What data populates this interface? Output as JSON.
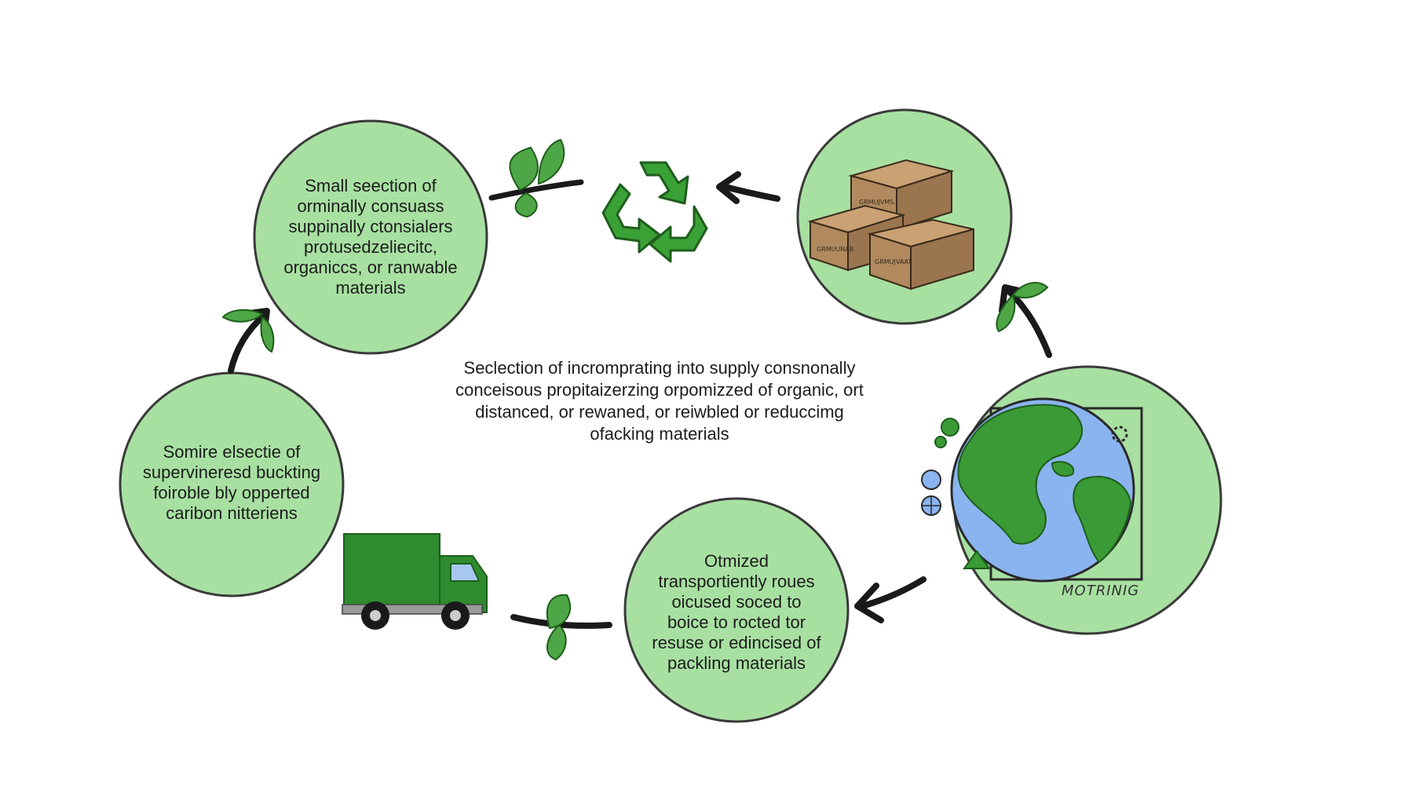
{
  "colors": {
    "circle_fill": "#a8e0a2",
    "circle_stroke": "#3a3a3a",
    "leaf": "#4fa646",
    "leaf_dark": "#2f7d2c",
    "arrow": "#1a1a1a",
    "truck": "#2e8b2e",
    "box": "#b08a5e",
    "ocean": "#8ab4ef",
    "land": "#3a9a35"
  },
  "icons": [
    "recycle-icon",
    "leaf-icon",
    "boxes-icon",
    "truck-icon",
    "globe-icon",
    "arrow-icon"
  ],
  "nodes": {
    "top_left": "Small seection of\norminally consuass\nsuppinally ctonsialers\nprotusedzeliecitc,\norganiccs, or ranwable\nmaterials",
    "left": "Somire elsectie of\nsupervineresd  buckting\nfoiroble bly opperted\ncaribon nitteriens",
    "bottom_center": "Otmized\ntransportiently roues\noicused soced to\nboice to rocted tor\nresuse or edincised of\npackling materials"
  },
  "center_text": "Seclection of incromprating into  supply consnonally\nconceisous propitaizerzing orpomizzed of   organic, ort\ndistanced, or rewaned, or reiwbled or reduccimg\nofacking materials",
  "globe_label": "MOTRINIG",
  "box_labels": [
    "GRMUJVAAT",
    "GRMUJVMS.",
    "GRMUUNAB"
  ]
}
